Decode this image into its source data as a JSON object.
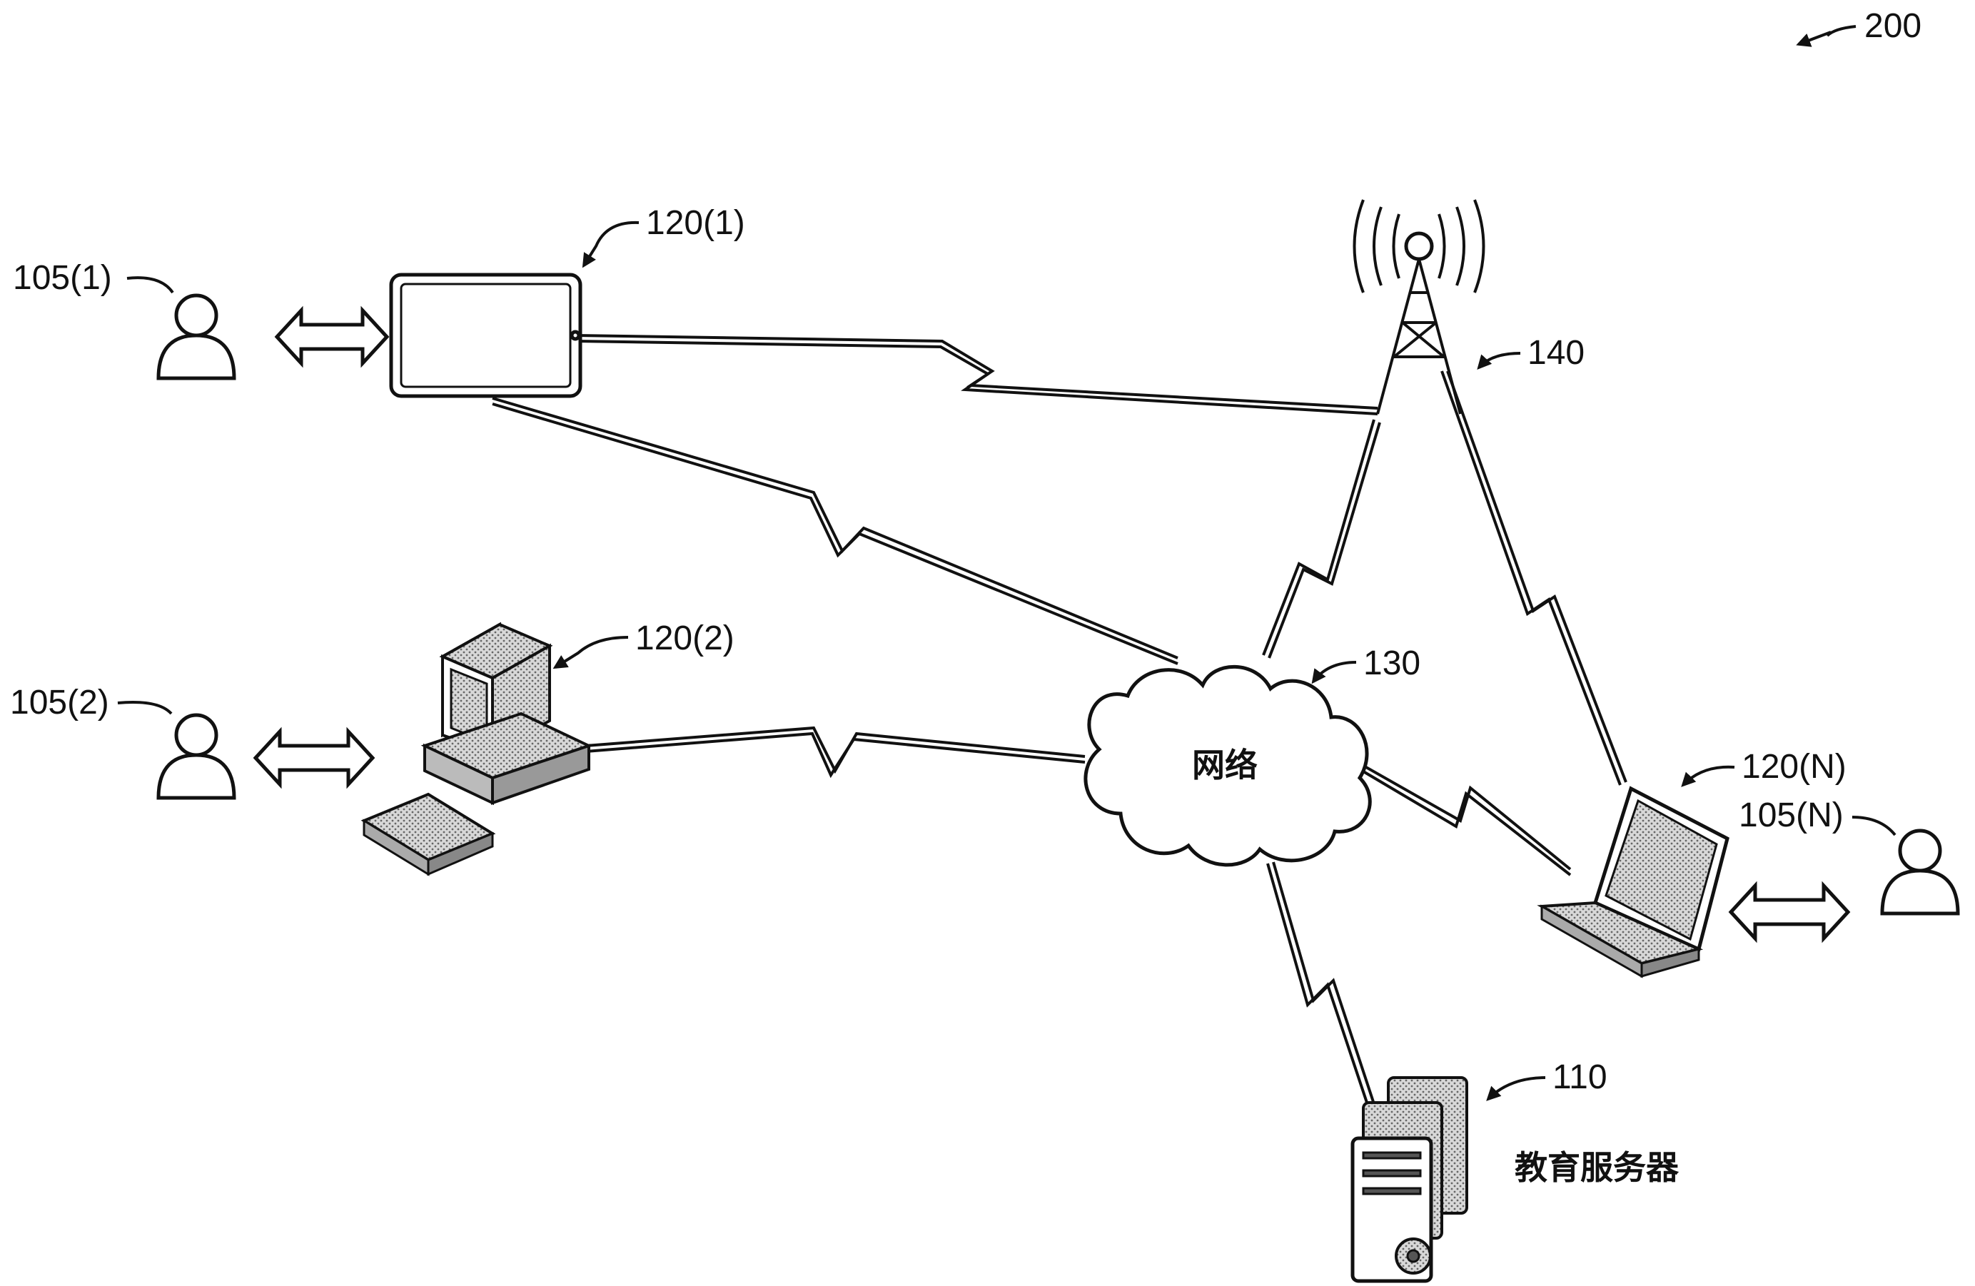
{
  "figure": {
    "figure_number": "200",
    "users": [
      {
        "id": "105(1)"
      },
      {
        "id": "105(2)"
      },
      {
        "id": "105(N)"
      }
    ],
    "devices": [
      {
        "id": "120(1)"
      },
      {
        "id": "120(2)"
      },
      {
        "id": "120(N)"
      }
    ],
    "network": {
      "id": "130",
      "text": "网络"
    },
    "tower": {
      "id": "140"
    },
    "server": {
      "id": "110",
      "text": "教育服务器"
    }
  }
}
